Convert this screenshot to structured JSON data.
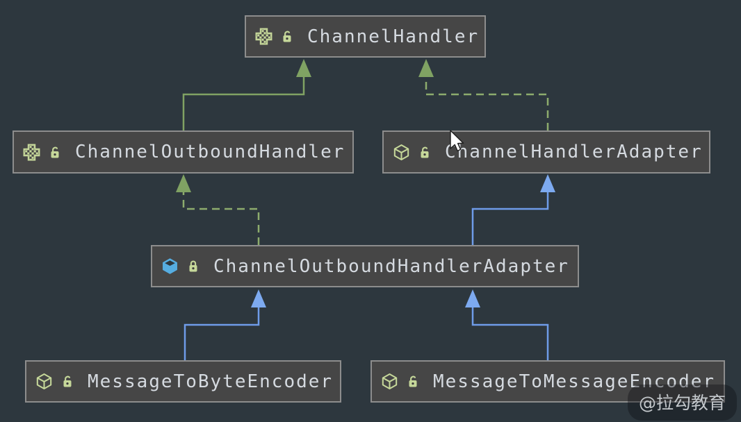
{
  "diagram": {
    "nodes": [
      {
        "id": "channel-handler",
        "label": "ChannelHandler",
        "kind": "interface",
        "type_icon": "interface-icon",
        "lock_icon": "lock-open-icon"
      },
      {
        "id": "channel-outbound-handler",
        "label": "ChannelOutboundHandler",
        "kind": "interface",
        "type_icon": "interface-icon",
        "lock_icon": "lock-open-icon"
      },
      {
        "id": "channel-handler-adapter",
        "label": "ChannelHandlerAdapter",
        "kind": "abstract-class",
        "type_icon": "class-outline-icon",
        "lock_icon": "lock-open-icon"
      },
      {
        "id": "channel-outbound-handler-adapter",
        "label": "ChannelOutboundHandlerAdapter",
        "kind": "class",
        "type_icon": "class-filled-icon",
        "lock_icon": "lock-closed-icon"
      },
      {
        "id": "message-to-byte-encoder",
        "label": "MessageToByteEncoder",
        "kind": "abstract-class",
        "type_icon": "class-outline-icon",
        "lock_icon": "lock-open-icon"
      },
      {
        "id": "message-to-message-encoder",
        "label": "MessageToMessageEncoder",
        "kind": "abstract-class",
        "type_icon": "class-outline-icon",
        "lock_icon": "lock-open-icon"
      }
    ],
    "edges": [
      {
        "from": "ChannelOutboundHandler",
        "to": "ChannelHandler",
        "relation": "extends",
        "line": "solid",
        "color": "green"
      },
      {
        "from": "ChannelHandlerAdapter",
        "to": "ChannelHandler",
        "relation": "implements",
        "line": "dashed",
        "color": "green"
      },
      {
        "from": "ChannelOutboundHandlerAdapter",
        "to": "ChannelOutboundHandler",
        "relation": "implements",
        "line": "dashed",
        "color": "green"
      },
      {
        "from": "ChannelOutboundHandlerAdapter",
        "to": "ChannelHandlerAdapter",
        "relation": "extends",
        "line": "solid",
        "color": "blue"
      },
      {
        "from": "MessageToByteEncoder",
        "to": "ChannelOutboundHandlerAdapter",
        "relation": "extends",
        "line": "solid",
        "color": "blue"
      },
      {
        "from": "MessageToMessageEncoder",
        "to": "ChannelOutboundHandlerAdapter",
        "relation": "extends",
        "line": "solid",
        "color": "blue"
      }
    ],
    "watermark": {
      "text": "@拉勾教育"
    },
    "colors": {
      "background": "#2d373e",
      "node_fill": "#464646",
      "node_border": "#8d8d8d",
      "node_text": "#d5dae0",
      "icon_green": "#c6d89a",
      "class_blue": "#56ade1",
      "edge_green": "#80a263",
      "edge_green_dashed": "#8dac6d",
      "edge_blue": "#6f9ce9",
      "arrow_blue": "#7daaf0"
    }
  }
}
